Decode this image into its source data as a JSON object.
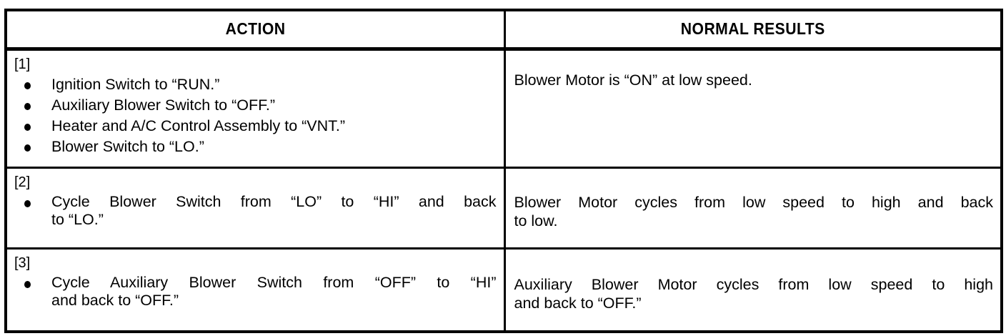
{
  "table": {
    "headers": {
      "action": "ACTION",
      "results": "NORMAL RESULTS"
    },
    "rows": [
      {
        "step": "[1]",
        "actions": [
          "Ignition Switch to “RUN.”",
          "Auxiliary Blower Switch to “OFF.”",
          "Heater and A/C Control Assembly to “VNT.”",
          "Blower Switch to “LO.”"
        ],
        "result_line1": "Blower Motor is “ON” at low speed.",
        "result_line2": ""
      },
      {
        "step": "[2]",
        "action_line1": "Cycle Blower Switch from “LO” to “HI” and back",
        "action_line2": "to “LO.”",
        "result_line1": "Blower Motor cycles from low speed to high and back",
        "result_line2": "to low."
      },
      {
        "step": "[3]",
        "action_line1": "Cycle Auxiliary Blower Switch from “OFF” to “HI”",
        "action_line2": "and back to “OFF.”",
        "result_line1": "Auxiliary Blower Motor cycles from low speed to high",
        "result_line2": "and back to “OFF.”"
      }
    ]
  },
  "colors": {
    "ink": "#000000",
    "paper": "#ffffff"
  }
}
